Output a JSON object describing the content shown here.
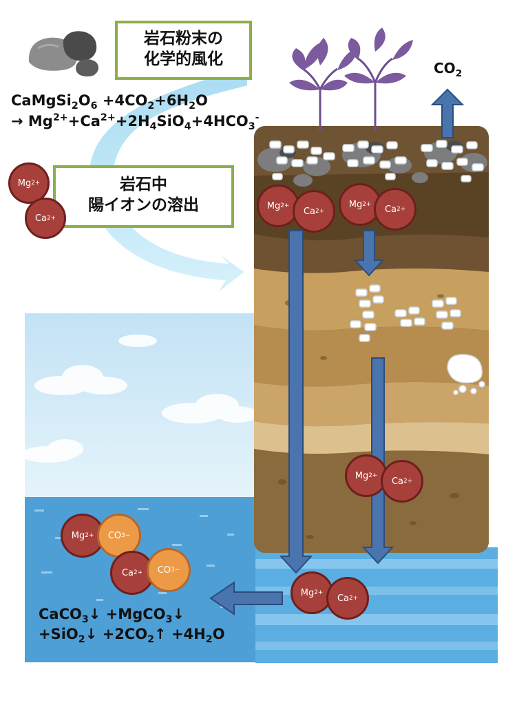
{
  "boxes": {
    "weathering": [
      "岩石粉末の",
      "化学的風化"
    ],
    "dissolution": [
      "岩石中",
      "陽イオンの溶出"
    ]
  },
  "equations": {
    "weathering": {
      "line1": [
        "CaMgSi",
        "2",
        "O",
        "6",
        " +4CO",
        "2",
        "+6H",
        "2",
        "O"
      ],
      "line2": [
        "→ Mg",
        "2+",
        "+Ca",
        "2+",
        "+2H",
        "4",
        "SiO",
        "4",
        "+4HCO",
        "3",
        "-"
      ]
    },
    "ocean": {
      "line1": [
        "CaCO",
        "3",
        "↓ +MgCO",
        "3",
        "↓"
      ],
      "line2": [
        "+SiO",
        "2",
        "↓ +2CO",
        "2",
        "↑ +4H",
        "2",
        "O"
      ]
    }
  },
  "co2_label": [
    "CO",
    "2"
  ],
  "ions": {
    "mg": [
      "Mg",
      "2+"
    ],
    "ca": [
      "Ca",
      "2+"
    ],
    "co3": [
      "CO",
      "3",
      "−"
    ]
  },
  "colors": {
    "box_border": "#8bb04b",
    "arrow_fill": "#4a74ad",
    "arrow_stroke": "#2c4c7d",
    "ion_red": "#a7403b",
    "ion_orange": "#ec9a46",
    "sea": "#4d9fd6",
    "sky": "#c9e6f6",
    "soil_dark": "#5a4325",
    "soil_light": "#c79f5f"
  }
}
